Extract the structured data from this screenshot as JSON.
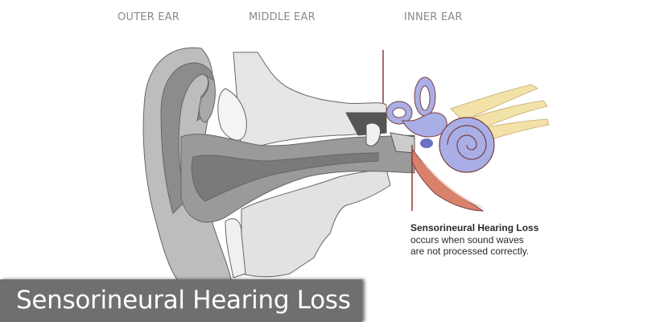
{
  "header": {
    "sections": [
      {
        "label": "OUTER EAR"
      },
      {
        "label": "MIDDLE EAR"
      },
      {
        "label": "INNER EAR"
      }
    ]
  },
  "callout": {
    "title": "Sensorineural Hearing Loss",
    "lines": [
      "occurs when sound waves",
      "are not processed correctly."
    ]
  },
  "banner": {
    "title": "Sensorineural Hearing Loss"
  },
  "colors": {
    "divider": "#8b3a3a",
    "inner_ear": "#a9aee6",
    "inner_ear_outline": "#7a4040",
    "nerve": "#f3e2a8",
    "tube": "#d9826b",
    "banner_bg": "#6f6f6f"
  }
}
